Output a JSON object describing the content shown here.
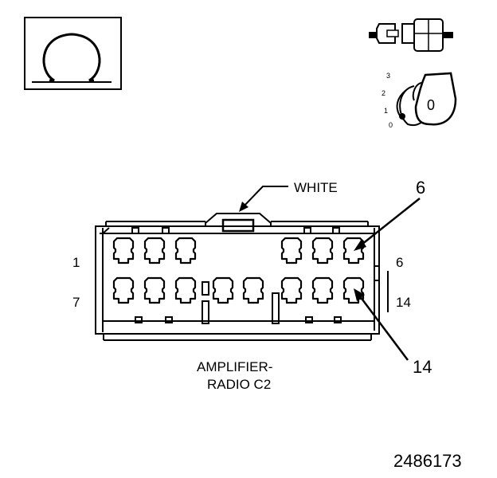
{
  "legend": {
    "ohm_symbol": "Ω",
    "ignition_positions": [
      "0",
      "1",
      "2",
      "3"
    ],
    "ignition_key_label": "0"
  },
  "connector": {
    "color_label": "WHITE",
    "pin_labels": {
      "top_left": "1",
      "top_right": "6",
      "bottom_left": "7",
      "bottom_right": "14"
    },
    "callouts": {
      "upper": "6",
      "lower": "14"
    },
    "name_line1": "AMPLIFIER-",
    "name_line2": "RADIO C2"
  },
  "figure_id": "2486173"
}
